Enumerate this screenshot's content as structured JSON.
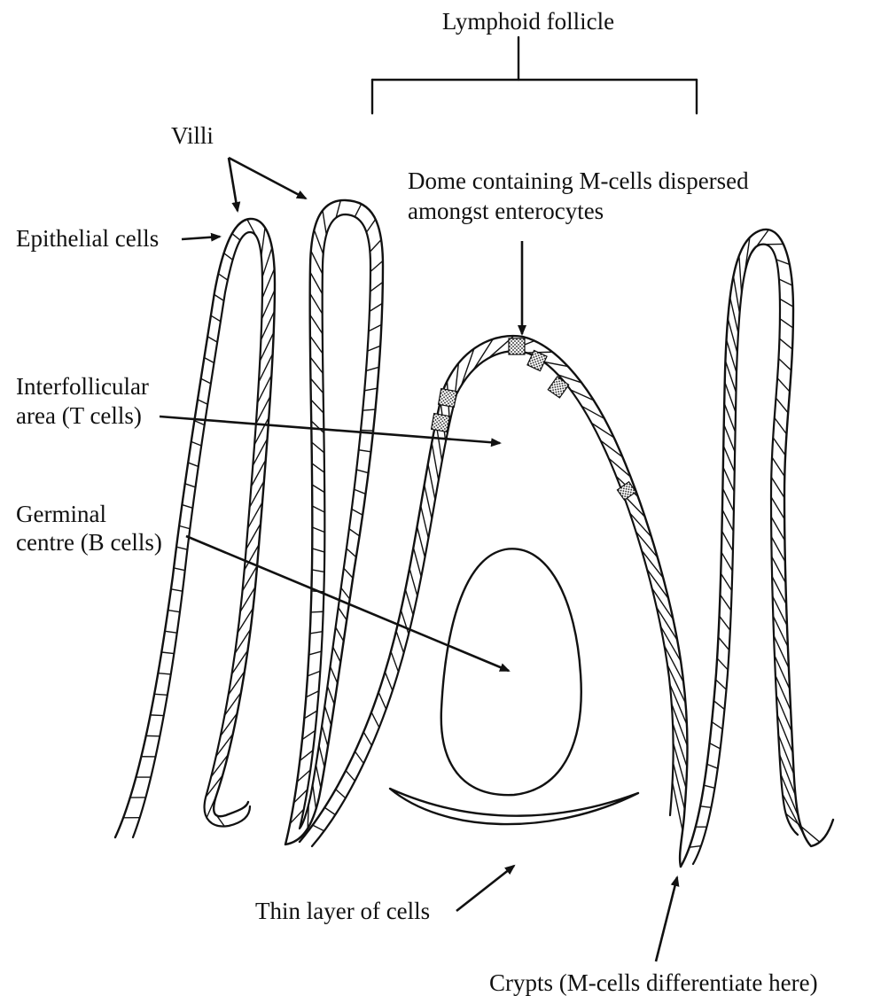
{
  "title": "Lymphoid follicle",
  "labels": {
    "lymphoid_follicle": "Lymphoid follicle",
    "villi": "Villi",
    "epithelial_cells": "Epithelial cells",
    "dome_line1": "Dome containing M-cells dispersed",
    "dome_line2": "amongst enterocytes",
    "interfollicular_line1": "Interfollicular",
    "interfollicular_line2": "area (T cells)",
    "germinal_line1": "Germinal",
    "germinal_line2": "centre (B cells)",
    "thin_layer": "Thin layer of cells",
    "crypts": "Crypts (M-cells differentiate here)"
  }
}
